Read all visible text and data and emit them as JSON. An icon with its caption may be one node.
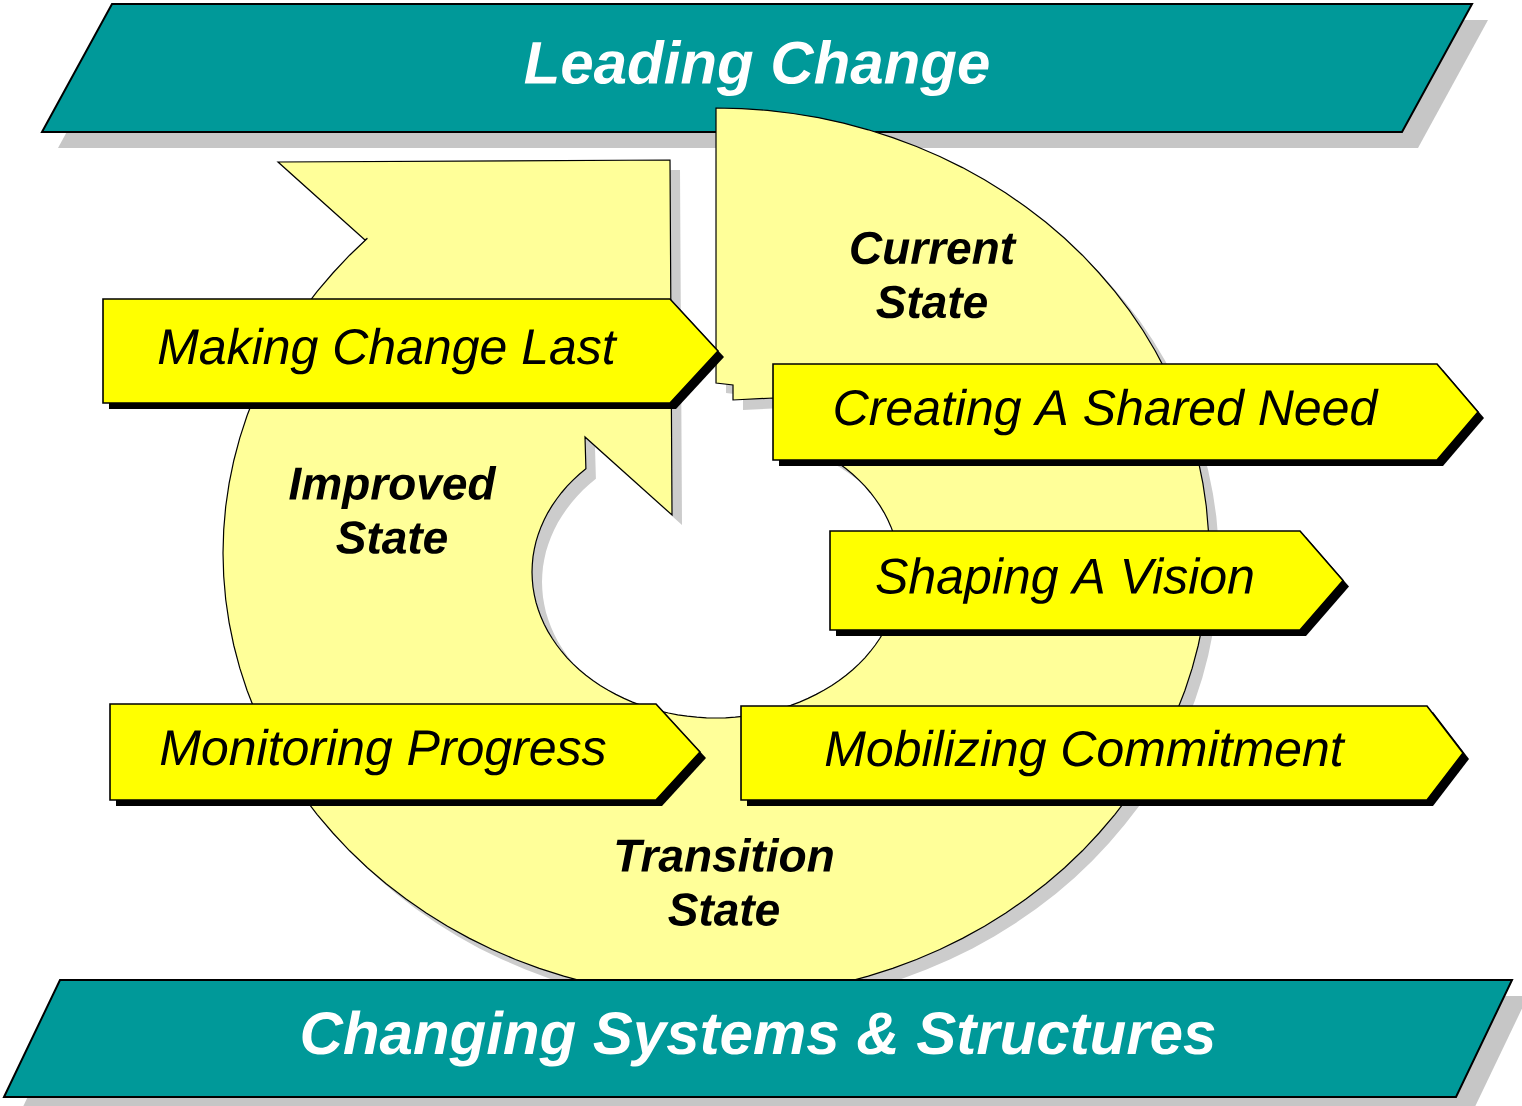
{
  "diagram": {
    "nodes": [
      {
        "text": [
          "Leading Change"
        ]
      },
      {
        "text": [
          "Current State",
          "Improved State",
          "Transition State"
        ]
      },
      {
        "text": [
          "Making Change Last"
        ]
      },
      {
        "text": [
          "Creating A Shared Need"
        ]
      },
      {
        "text": [
          "Shaping A Vision"
        ]
      },
      {
        "text": [
          "Monitoring Progress"
        ]
      },
      {
        "text": [
          "Mobilizing Commitment"
        ]
      },
      {
        "text": [
          "Changing Systems & Structures"
        ]
      }
    ]
  }
}
